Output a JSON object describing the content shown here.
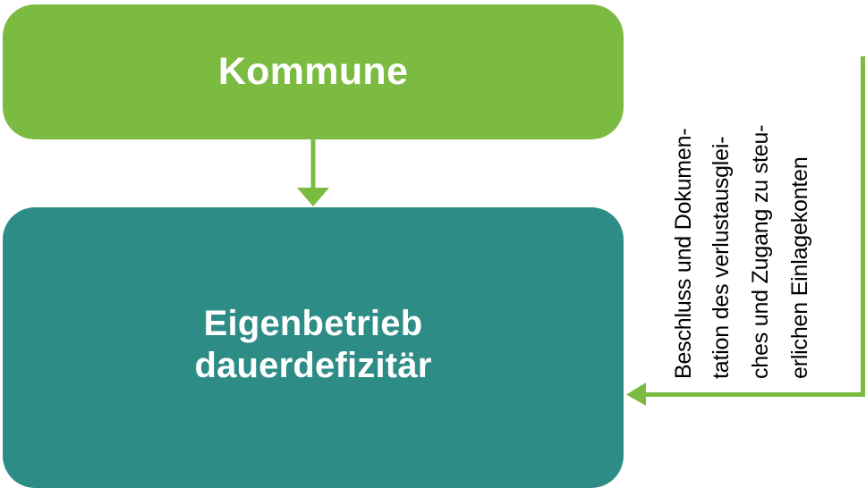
{
  "diagram": {
    "title_top": "Kommune",
    "node_bottom_line1": "Eigenbetrieb",
    "node_bottom_line2": "dauerdefizitär",
    "annotation_lines": [
      "Beschluss und Dokumen-",
      "tation des verlustausglei-",
      "ches und Zugang zu steu-",
      "erlichen Einlagekonten"
    ],
    "colors": {
      "green": "#7CBB42",
      "teal": "#2E8C86",
      "text_on_fill": "#ffffff",
      "annotation_text": "#000000",
      "background": "#ffffff"
    },
    "connectors": {
      "down_arrow_name": "arrow-kommune-to-eigenbetrieb",
      "feedback_arrow_name": "arrow-feedback-to-eigenbetrieb"
    }
  }
}
